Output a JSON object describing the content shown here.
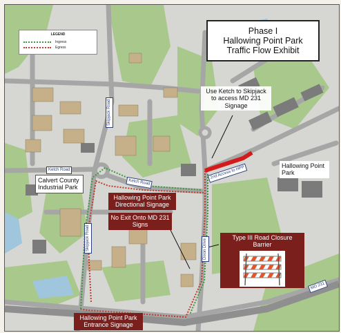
{
  "title": {
    "line1": "Phase I",
    "line2": "Hallowing Point Park",
    "line3": "Traffic Flow Exhibit"
  },
  "legend": {
    "heading": "LEGEND",
    "items": [
      {
        "label": "Ingress",
        "color": "#3a9a3a"
      },
      {
        "label": "Egress",
        "color": "#c0392b"
      }
    ]
  },
  "labels": {
    "ketch_callout": "Use Ketch to Skipjack to access MD 231 Signage",
    "hallowing_point_park": "Hallowing Point Park",
    "calvert_industrial_park": "Calvert County Industrial Park",
    "directional_signage": "Hallowing Point Park Directional Signage",
    "no_exit": "No Exit Onto MD 231 Signs",
    "barrier": "Type III Road Closure Barrier",
    "entrance_signage": "Hallowing Point Park Entrance Signage"
  },
  "roads": {
    "skipjack_upper": "Skipjack Road",
    "skipjack_lower": "Skipjack Road",
    "ketch_left": "Ketch Road",
    "ketch_right": "Ketch Road",
    "access": "2nd Access to HPP",
    "dixon": "Dixon Drive",
    "md231": "MD 231"
  },
  "colors": {
    "ingress": "#3a9a3a",
    "egress": "#c0392b",
    "callout_fill": "#7a1f1c",
    "road_tag": "#2a3f7a",
    "highlight": "#d41b1b"
  }
}
